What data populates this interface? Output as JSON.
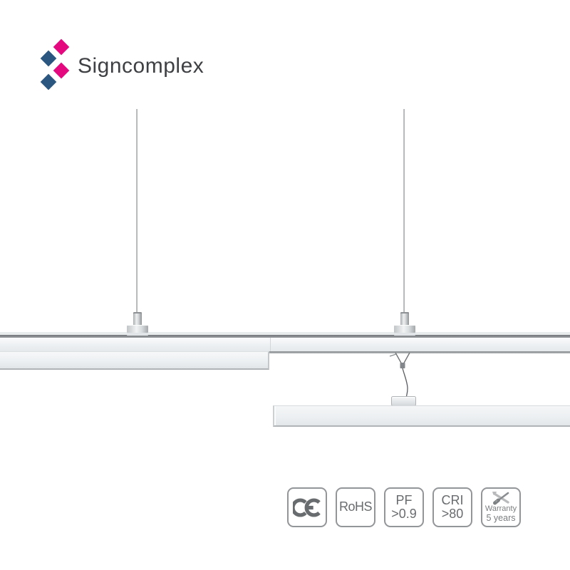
{
  "brand": {
    "name": "Signcomplex",
    "pink": "#E4097F",
    "blue": "#2B567F",
    "text_color": "#3F4043"
  },
  "scene": {
    "description": "Suspended LED linear trunking light with two modules joined by a quick-connect cable"
  },
  "badges": {
    "border_color": "#939699",
    "text_color": "#696C6E",
    "items": [
      {
        "name": "ce",
        "label": "CE"
      },
      {
        "name": "rohs",
        "label": "RoHS"
      },
      {
        "name": "pf",
        "line1": "PF",
        "line2": ">0.9"
      },
      {
        "name": "cri",
        "line1": "CRI",
        "line2": ">80"
      },
      {
        "name": "warranty",
        "line1": "Warranty",
        "line2": "5 years"
      }
    ]
  }
}
